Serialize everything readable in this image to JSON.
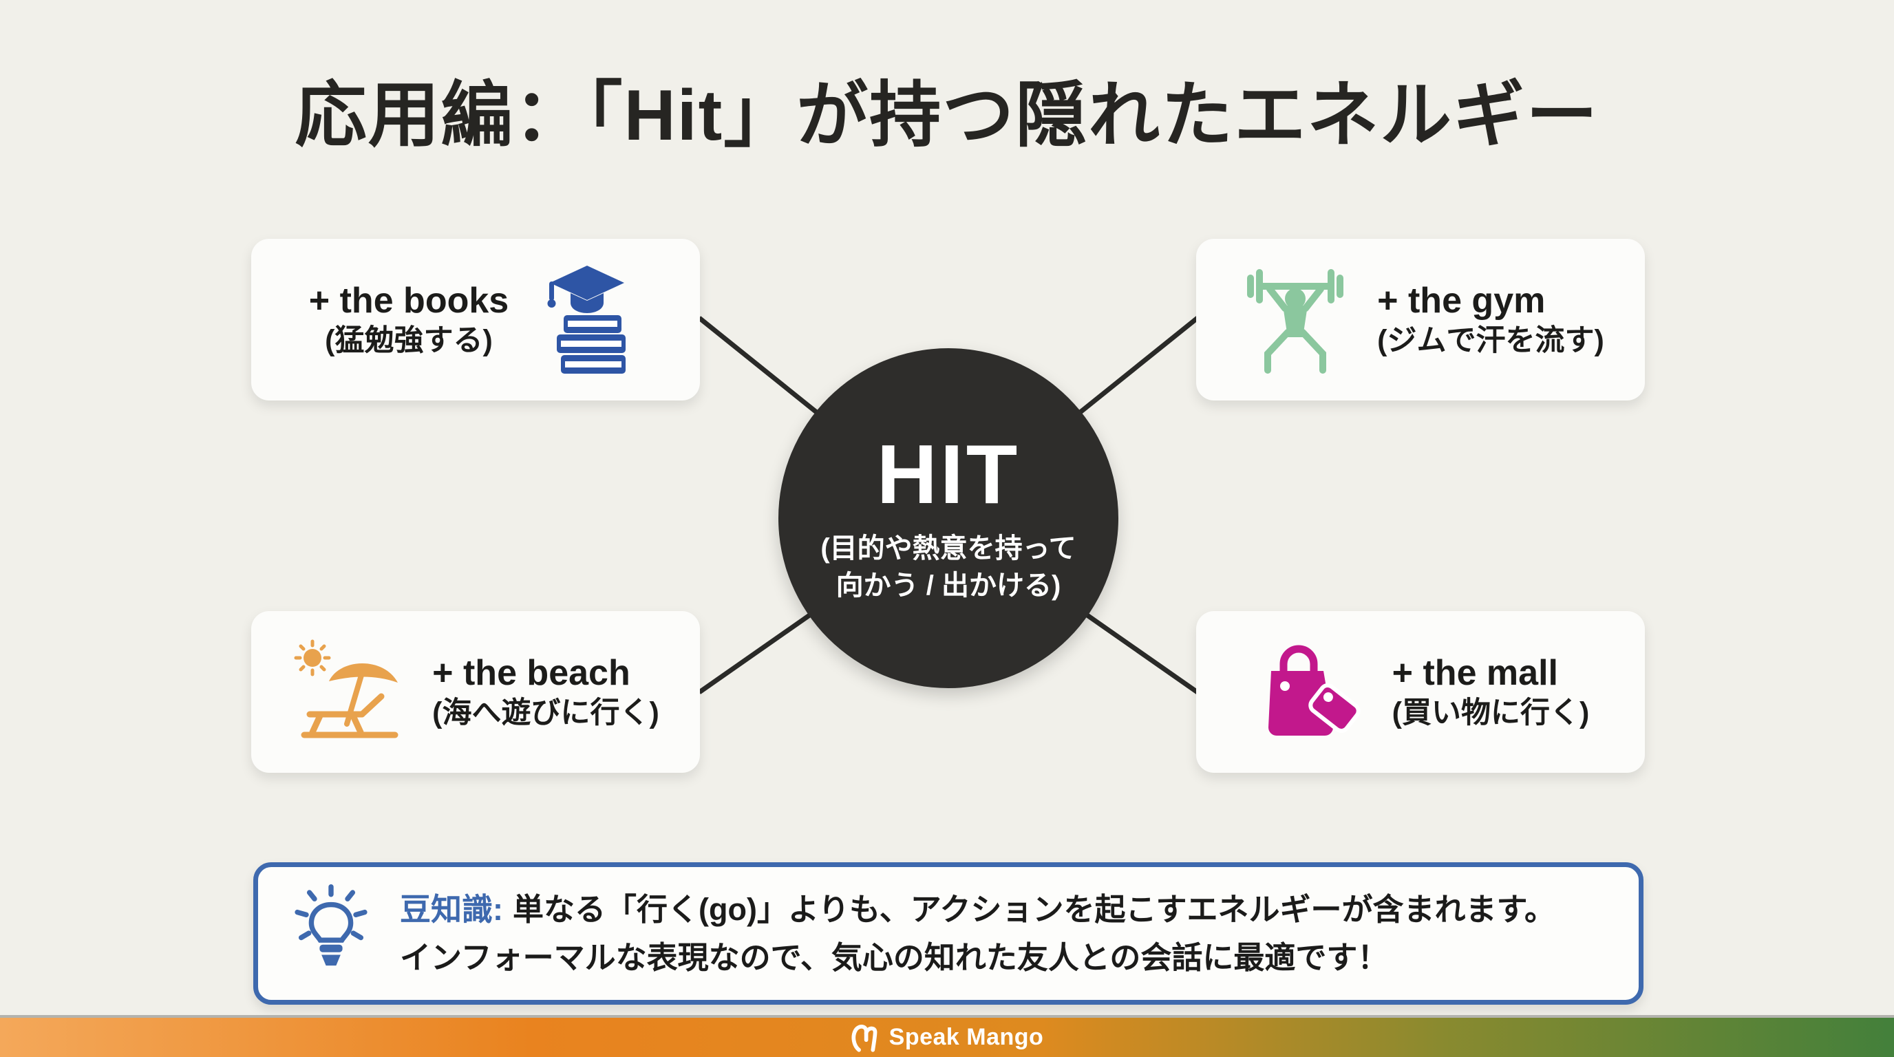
{
  "title": "応用編：「Hit」が持つ隠れたエネルギー",
  "center": {
    "word": "HIT",
    "meaning_line1": "(目的や熱意を持って",
    "meaning_line2": "向かう / 出かける)",
    "bg_color": "#2E2D2B",
    "text_color": "#FFFFFF"
  },
  "cards": [
    {
      "phrase": "+ the books",
      "meaning": "(猛勉強する)",
      "icon": "graduation-books-icon",
      "icon_color": "#2E55A5",
      "icon_side": "right"
    },
    {
      "phrase": "+ the gym",
      "meaning": "(ジムで汗を流す)",
      "icon": "weightlifter-icon",
      "icon_color": "#8BC79E",
      "icon_side": "left"
    },
    {
      "phrase": "+ the beach",
      "meaning": "(海へ遊びに行く)",
      "icon": "beach-umbrella-icon",
      "icon_color": "#E8A24D",
      "icon_side": "left"
    },
    {
      "phrase": "+ the mall",
      "meaning": "(買い物に行く)",
      "icon": "shopping-bag-tag-icon",
      "icon_color": "#C2188C",
      "icon_side": "left"
    }
  ],
  "tip": {
    "label": "豆知識:",
    "line1": "単なる「行く(go)」よりも、アクションを起こすエネルギーが含まれます。",
    "line2": "インフォーマルな表現なので、気心の知れた友人との会話に最適です！",
    "accent_color": "#3E69AE",
    "icon": "lightbulb-icon"
  },
  "footer": {
    "brand": "Speak Mango",
    "gradient_left": "#F4A85A",
    "gradient_orange": "#E9831F",
    "gradient_olive": "#8A8A2F",
    "gradient_right": "#43803B"
  },
  "background_color": "#F1F0EA",
  "connector_color": "#2A2A28"
}
